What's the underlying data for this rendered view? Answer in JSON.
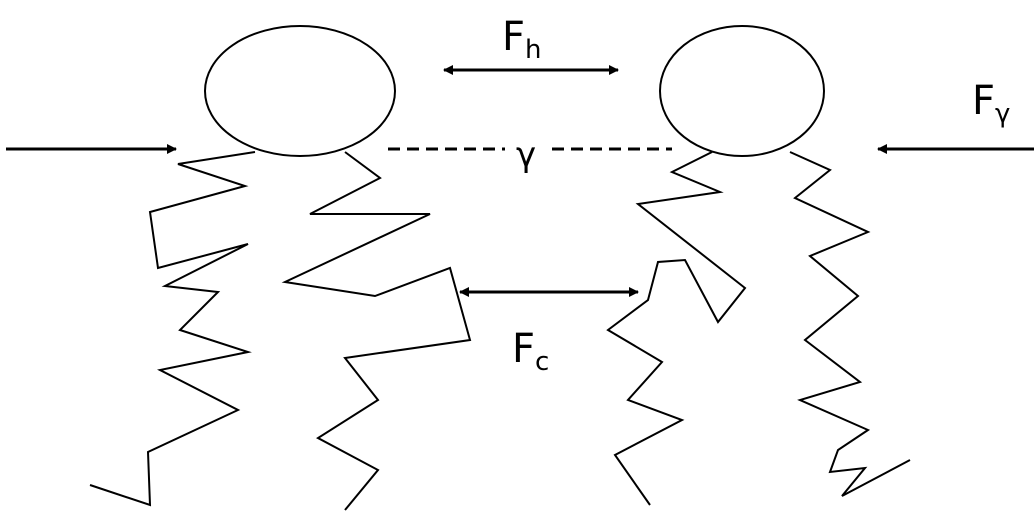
{
  "labels": {
    "fh": {
      "main": "F",
      "sub": "h"
    },
    "fc": {
      "main": "F",
      "sub": "c"
    },
    "fgamma": {
      "main": "F",
      "sub": "γ"
    },
    "gamma": "γ"
  },
  "colors": {
    "ink": "#000000",
    "background": "#ffffff"
  },
  "icons": [
    "double-arrow-icon",
    "right-arrow-icon",
    "left-arrow-icon"
  ]
}
